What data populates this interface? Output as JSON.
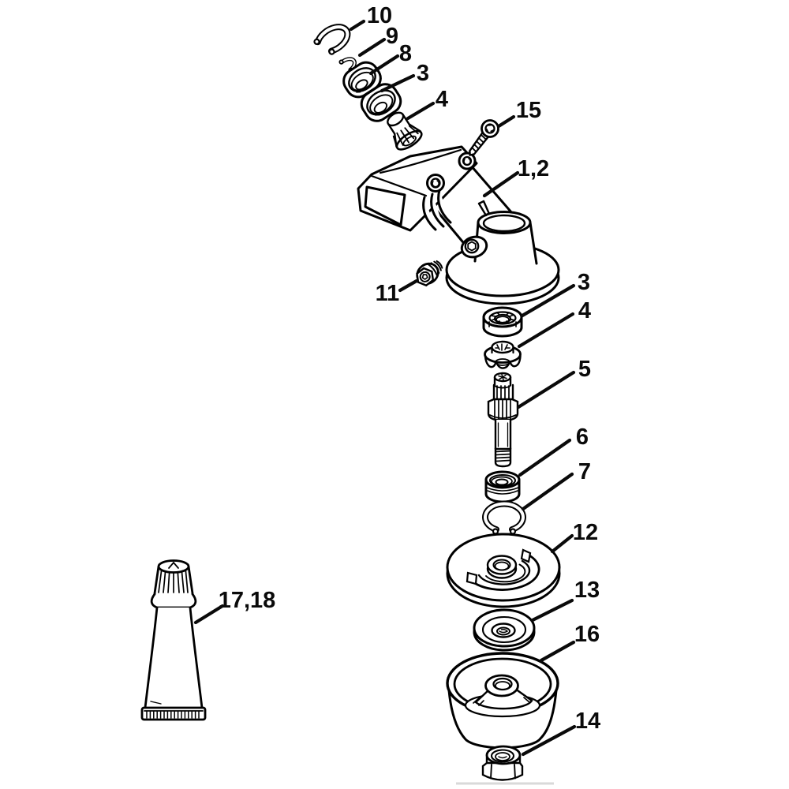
{
  "diagram": {
    "type": "exploded-parts-diagram",
    "background_color": "#ffffff",
    "line_color": "#000000",
    "separator_color": "#d9d9d9",
    "labels": [
      {
        "text": "10"
      },
      {
        "text": "9"
      },
      {
        "text": "8"
      },
      {
        "text": "3"
      },
      {
        "text": "4"
      },
      {
        "text": "15"
      },
      {
        "text": "1,2"
      },
      {
        "text": "11"
      },
      {
        "text": "3"
      },
      {
        "text": "4"
      },
      {
        "text": "5"
      },
      {
        "text": "6"
      },
      {
        "text": "7"
      },
      {
        "text": "12"
      },
      {
        "text": "13"
      },
      {
        "text": "16"
      },
      {
        "text": "14"
      },
      {
        "text": "17,18"
      }
    ]
  }
}
